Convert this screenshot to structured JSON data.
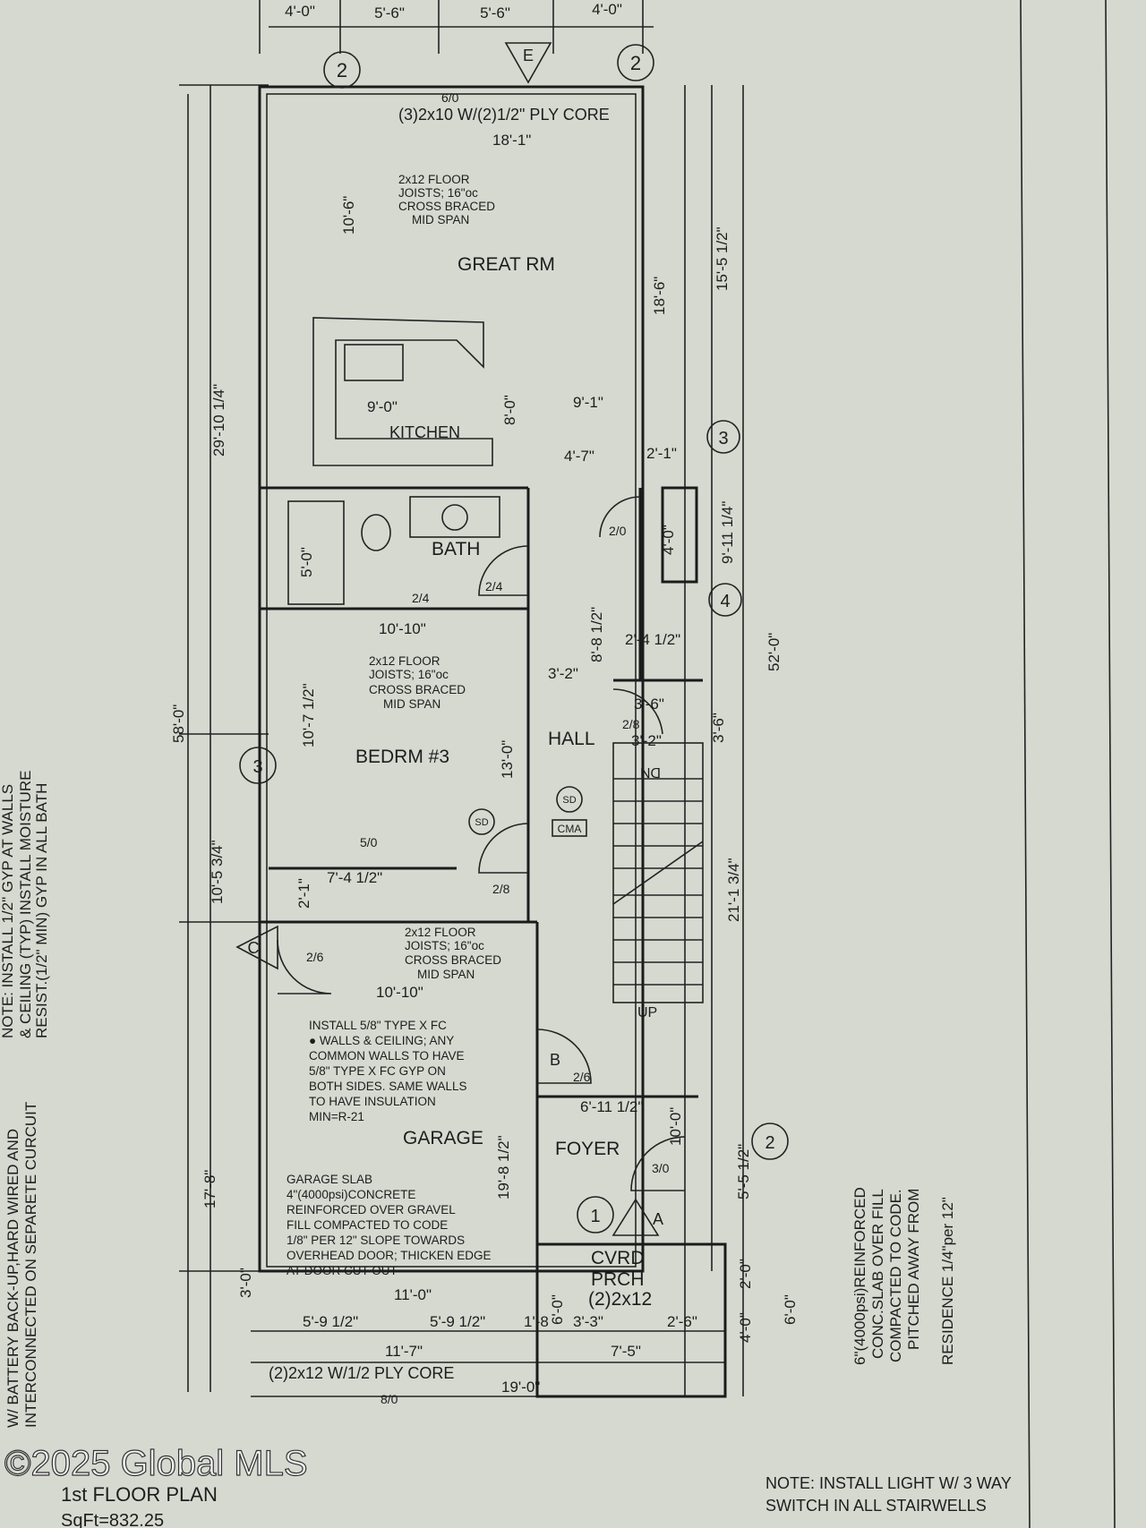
{
  "rooms": {
    "great_rm": "GREAT RM",
    "kitchen": "KITCHEN",
    "bath": "BATH",
    "bedrm": "BEDRM #3",
    "hall": "HALL",
    "garage": "GARAGE",
    "foyer": "FOYER",
    "cvrd": "CVRD",
    "prch": "PRCH",
    "porch_beam": "(2)2x12"
  },
  "top_dims": [
    "4'-0\"",
    "5'-6\"",
    "5'-6\"",
    "4'-0\""
  ],
  "bottom_dims": {
    "row1": [
      "5'-9 1/2\"",
      "5'-9 1/2\"",
      "1'-8",
      "3'-3\"",
      "2'-6\""
    ],
    "row2": [
      "11'-7\"",
      "7'-5\""
    ],
    "row3": "19'-0\""
  },
  "left_dims": [
    "29'-10 1/4\"",
    "58'-0\"",
    "10'-5 3/4\"",
    "17'-8\"",
    "3'-0\""
  ],
  "right_dims": [
    "15'-5 1/2\"",
    "9'-11 1/4\"",
    "52'-0\"",
    "21'-1 3/4\"",
    "5'-5 1/2\"",
    "2'-0\"",
    "4'-0\"",
    "6'-0\""
  ],
  "interior_dims": {
    "great_width": "18'-1\"",
    "great_h": "10'-6\"",
    "great_depth": "18'-6\"",
    "kitchen_left": "9'-0\"",
    "kitchen_right": "9'-1\"",
    "kitchen_h": "8'-0\"",
    "d_4_7": "4'-7\"",
    "d_2_1": "2'-1\"",
    "closet_h": "4'-0\"",
    "bath_h": "5'-0\"",
    "bed_width": "10'-10\"",
    "bed_h": "10'-7 1/2\"",
    "bed_depth": "13'-0\"",
    "closet_w": "7'-4 1/2\"",
    "closet_d": "2'-1\"",
    "hall_w": "3'-2\"",
    "d_8_8": "8'-8 1/2\"",
    "d_2_4": "2'-4 1/2\"",
    "d_3_6": "3'-6\"",
    "d_3_2": "3'-2\"",
    "d_3_6v": "3'-6\"",
    "garage_width": "10'-10\"",
    "garage_depth": "19'-8 1/2\"",
    "garage_door": "11'-0\"",
    "porch_d": "6'-0\"",
    "foyer_w": "6'-11 1/2\"",
    "foyer_h": "10'-0\""
  },
  "doors": [
    "6/0",
    "2/0",
    "2/4",
    "2/4",
    "2/8",
    "5/0",
    "2/8",
    "2/6",
    "2/6",
    "3/0",
    "8/0"
  ],
  "beams": {
    "top": "(3)2x10 W/(2)1/2\" PLY CORE",
    "garage": "(2)2x12 W/1/2 PLY CORE"
  },
  "joist_note": [
    "2x12 FLOOR",
    "JOISTS; 16\"oc",
    "CROSS BRACED",
    "MID SPAN"
  ],
  "garage_note": [
    "INSTALL 5/8\" TYPE X FC",
    "● WALLS & CEILING; ANY",
    "COMMON WALLS TO HAVE",
    "5/8\" TYPE X FC GYP ON",
    "BOTH SIDES. SAME WALLS",
    "TO HAVE INSULATION",
    "MIN=R-21"
  ],
  "slab_note": [
    "GARAGE SLAB",
    "4\"(4000psi)CONCRETE",
    "REINFORCED OVER GRAVEL",
    "FILL COMPACTED TO CODE",
    "1/8\" PER 12\" SLOPE TOWARDS",
    "OVERHEAD DOOR; THICKEN EDGE",
    "AT DOOR CUT OUT"
  ],
  "porch_note": [
    "6\"(4000psi)REINFORCED",
    "CONC.SLAB OVER FILL",
    "COMPACTED TO CODE.",
    "PITCHED AWAY FROM",
    "RESIDENCE 1/4\"per 12\""
  ],
  "left_note": [
    "NOTE: INSTALL 1/2\" GYP AT WALLS",
    "& CEILING (TYP) INSTALL MOISTURE",
    "RESIST.(1/2\" MIN) GYP IN ALL BATH"
  ],
  "left_note2": [
    "W/ BATTERY BACK-UP,HARD WIRED AND",
    "INTERCONNECTED ON SEPARETE CURCUIT"
  ],
  "stair_note": [
    "NOTE: INSTALL LIGHT W/ 3 WAY",
    "SWITCH IN ALL STAIRWELLS"
  ],
  "stairs": {
    "dn": "DN",
    "up": "UP"
  },
  "detectors": {
    "sd": "SD",
    "cma": "CMA"
  },
  "window_tags": [
    "2",
    "2",
    "3",
    "4",
    "3",
    "2",
    "1"
  ],
  "door_tags": [
    "E",
    "C",
    "B",
    "A"
  ],
  "title": "1st FLOOR PLAN",
  "sqft": "SqFt=832.25",
  "watermark": "©2025 Global MLS"
}
